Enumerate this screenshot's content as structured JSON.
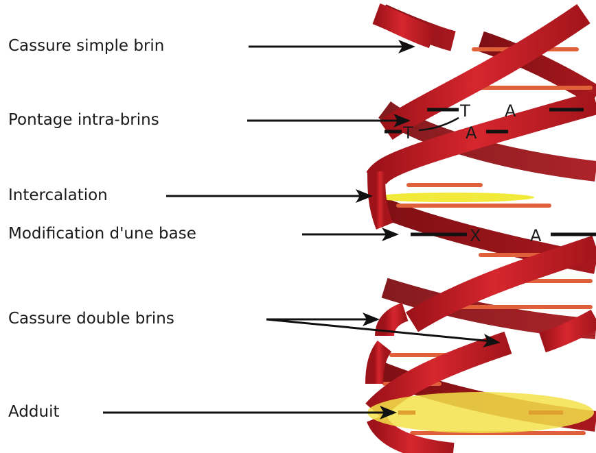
{
  "labels": {
    "single_strand_break": "Cassure simple brin",
    "intra_strand_crosslink": "Pontage  intra-brins",
    "intercalation": "Intercalation",
    "base_modification": "Modification d'une base",
    "double_strand_break": "Cassure double brins",
    "adduct": "Adduit"
  },
  "bases": {
    "crosslink_top_left": "T",
    "crosslink_top_right": "A",
    "crosslink_bottom_left": "T",
    "crosslink_bottom_right": "A",
    "modified_base": "X",
    "modified_partner": "A"
  },
  "colors": {
    "strand_front": "#c8202a",
    "strand_back": "#8e1418",
    "strand_highlight": "#e8454a",
    "base_pair": "#e0603a",
    "intercalator": "#f2ea3a",
    "adduct": "#f3e34a",
    "arrow": "#111111"
  }
}
